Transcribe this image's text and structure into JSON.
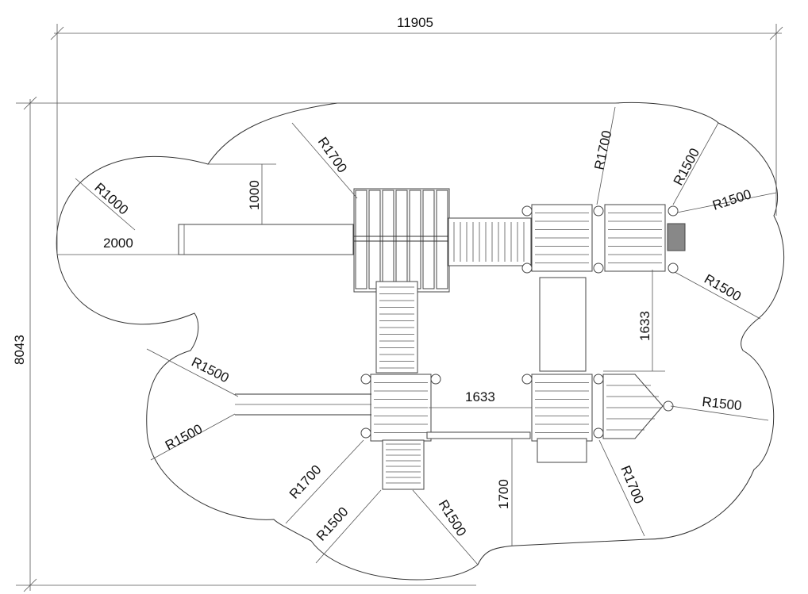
{
  "dimensions": {
    "overall_width": "11905",
    "overall_height": "8043",
    "slide_length": "2000",
    "slide_offset": "1000",
    "gap_horizontal": "1633",
    "gap_vertical": "1633",
    "bottom_offset": "1700"
  },
  "radii": {
    "left_lobe": "R1000",
    "top_left": "R1700",
    "top_mid": "R1700",
    "top_right_1": "R1500",
    "top_right_2": "R1500",
    "right_upper": "R1500",
    "right_lower": "R1500",
    "bottom_right": "R1700",
    "bottom_mid": "R1500",
    "bottom_left_1": "R1500",
    "bottom_left_2": "R1700",
    "left_upper": "R1500",
    "left_lower": "R1500"
  }
}
